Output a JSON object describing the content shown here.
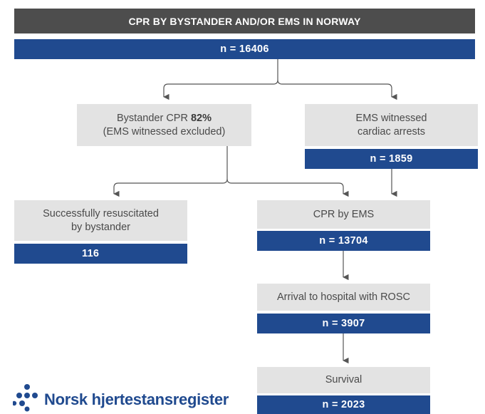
{
  "header": {
    "title": "CPR BY BYSTANDER AND/OR EMS IN NORWAY",
    "total": "n = 16406"
  },
  "bystander": {
    "line1": "Bystander CPR ",
    "percent": "82%",
    "line2": "(EMS witnessed excluded)"
  },
  "ems_witnessed": {
    "line1": "EMS witnessed",
    "line2": "cardiac arrests",
    "count": "n = 1859"
  },
  "resuscitated": {
    "line1": "Successfully resuscitated",
    "line2": "by bystander",
    "count": "116"
  },
  "cpr_ems": {
    "label": "CPR by EMS",
    "count": "n = 13704"
  },
  "rosc": {
    "label": "Arrival to hospital with ROSC",
    "count": "n = 3907"
  },
  "survival": {
    "label": "Survival",
    "count": "n = 2023"
  },
  "logo": {
    "name": "Norsk hjertestansregister",
    "color": "#204a8f"
  },
  "colors": {
    "title_bg": "#4d4d4d",
    "blue": "#204a8f",
    "grey": "#e3e3e3",
    "connector": "#555555"
  }
}
